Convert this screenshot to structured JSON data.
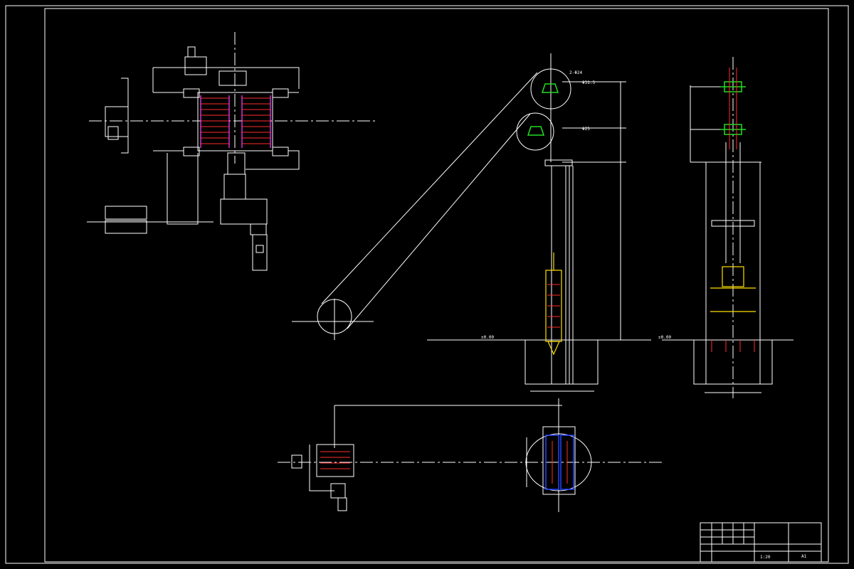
{
  "drawing": {
    "background": "#000000",
    "line_color": "#ffffff",
    "accent_colors": {
      "red": "#ff2b2b",
      "magenta": "#ff40ff",
      "green": "#22dd22",
      "yellow": "#ffe000",
      "blue": "#2244ff",
      "cyan": "#00e0ff"
    }
  },
  "labels": {
    "pulley_top": "2-Φ24",
    "pulley_size_1": "Φ31.5",
    "pulley_size_2": "Φ25",
    "elevation_left": "±0.00",
    "elevation_right": "±0.00"
  },
  "title_block": {
    "sheet": "A1",
    "scale": "1:20"
  }
}
